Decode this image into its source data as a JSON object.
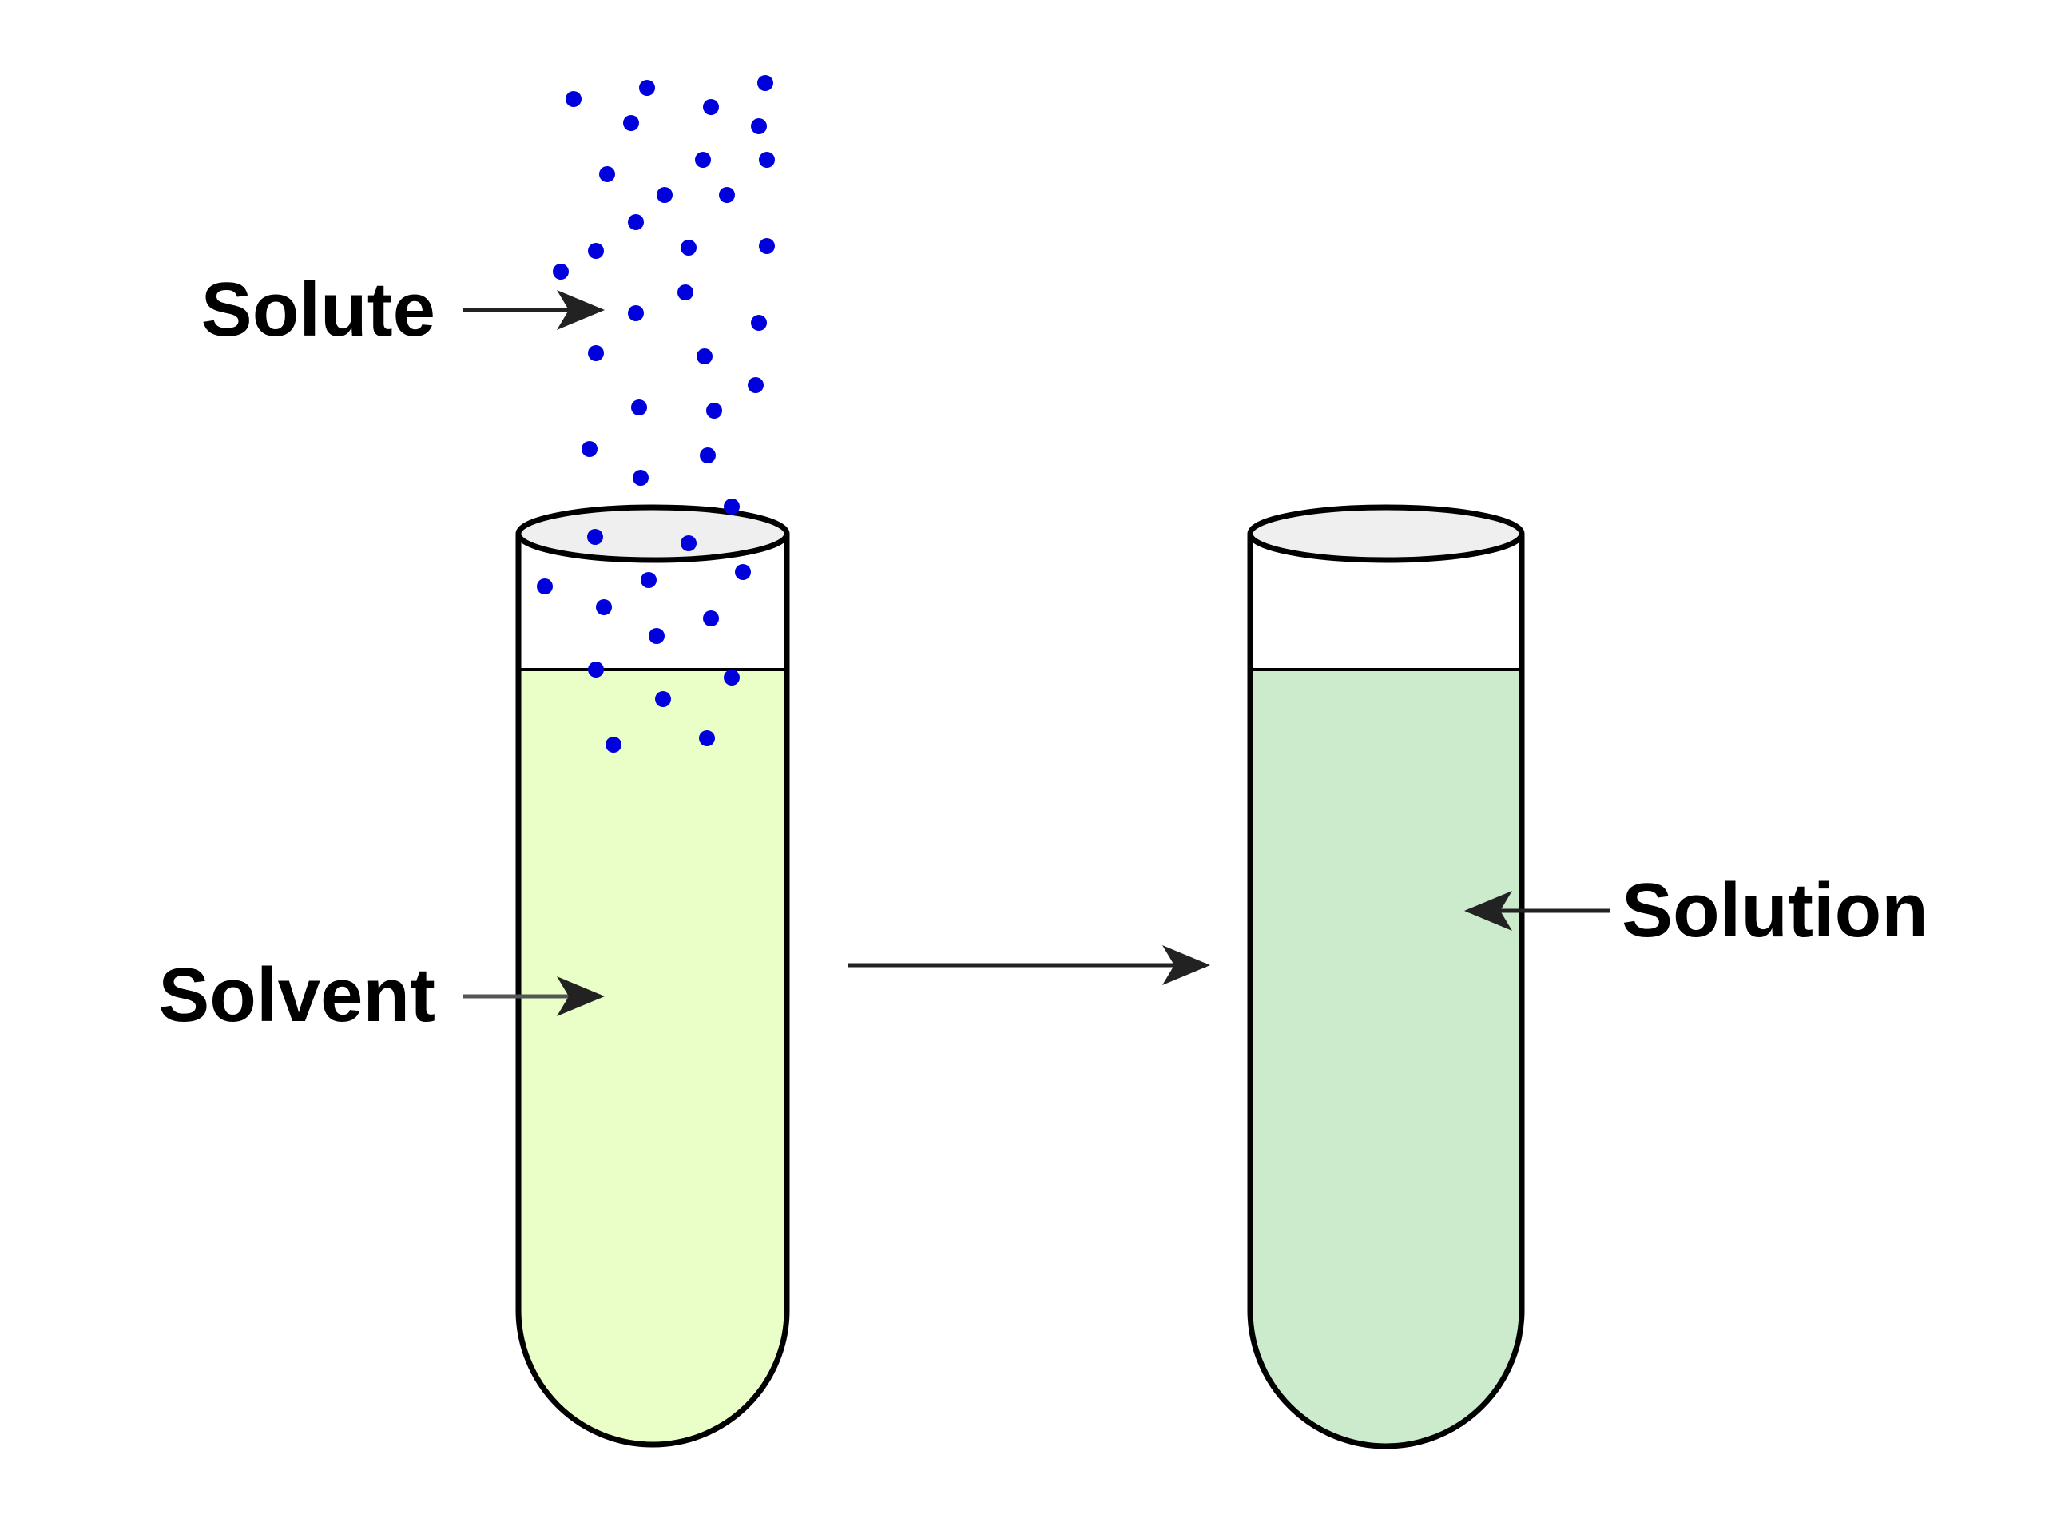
{
  "labels": {
    "solute": "Solute",
    "solvent": "Solvent",
    "solution": "Solution"
  },
  "colors": {
    "solvent_fill": "#EAFFC8",
    "solution_fill": "#CCEBCC",
    "particle": "#0000DD",
    "rim": "#EFEFEF",
    "outline": "#000000"
  }
}
